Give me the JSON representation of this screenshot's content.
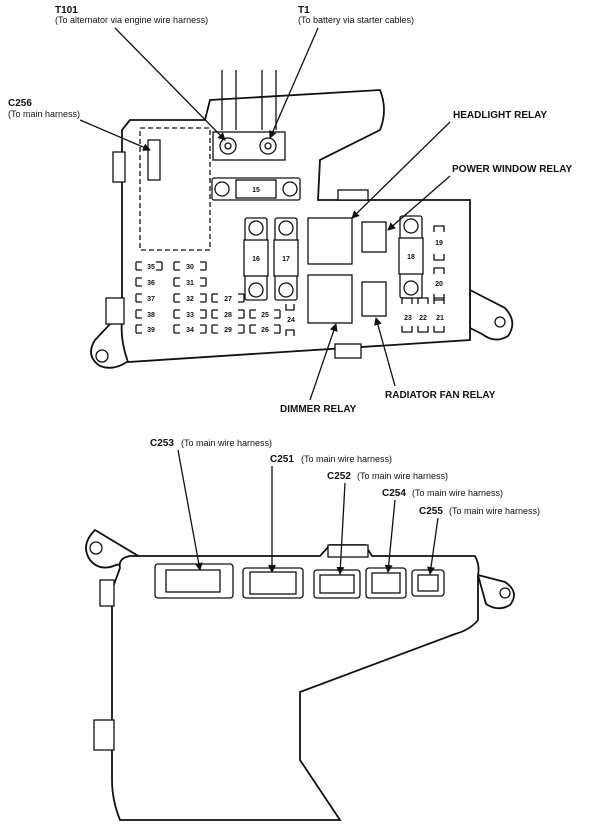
{
  "top_labels": {
    "t101": {
      "id": "T101",
      "desc": "(To alternator via engine wire harness)"
    },
    "t1": {
      "id": "T1",
      "desc": "(To battery via starter cables)"
    },
    "c256": {
      "id": "C256",
      "desc": "(To main harness)"
    },
    "headlight_relay": "HEADLIGHT RELAY",
    "power_window_relay": "POWER WINDOW RELAY",
    "dimmer_relay": "DIMMER RELAY",
    "radiator_fan_relay": "RADIATOR FAN RELAY"
  },
  "fuses": {
    "big": [
      "15",
      "16",
      "17",
      "18"
    ],
    "left_col_a": [
      "35",
      "36",
      "37",
      "38",
      "39"
    ],
    "left_col_b": [
      "30",
      "31",
      "32",
      "33",
      "34"
    ],
    "mid": [
      "27",
      "28",
      "29"
    ],
    "mid_b": [
      "25",
      "26"
    ],
    "f24": "24",
    "right_col": [
      "19",
      "20"
    ],
    "bottom_right": [
      "23",
      "22",
      "21"
    ]
  },
  "connectors": {
    "c253": {
      "id": "C253",
      "desc": "(To main wire harness)"
    },
    "c251": {
      "id": "C251",
      "desc": "(To main wire harness)"
    },
    "c252": {
      "id": "C252",
      "desc": "(To main wire harness)"
    },
    "c254": {
      "id": "C254",
      "desc": "(To main wire harness)"
    },
    "c255": {
      "id": "C255",
      "desc": "(To main wire harness)"
    }
  }
}
